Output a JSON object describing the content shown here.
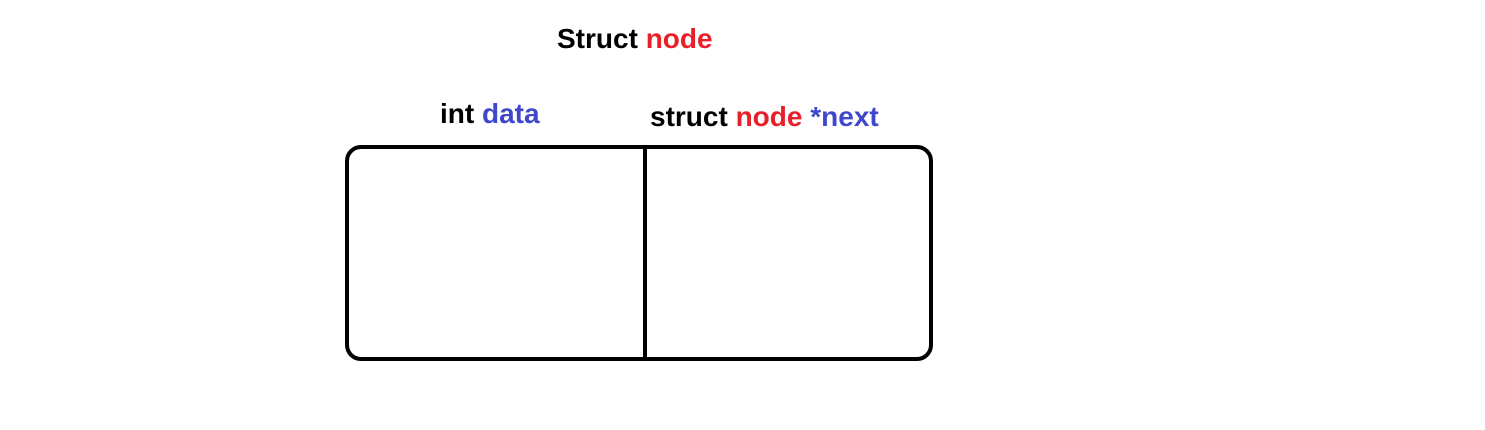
{
  "title": {
    "keyword": "Struct",
    "name": "node"
  },
  "fields": {
    "data_field": {
      "type": "int",
      "name": "data"
    },
    "next_field": {
      "type": "struct",
      "type_name": "node",
      "pointer_name": "*next"
    }
  },
  "colors": {
    "keyword": "#000000",
    "type_name": "#e8202a",
    "member_name": "#3f48cc",
    "box_stroke": "#000000",
    "background": "#ffffff"
  }
}
